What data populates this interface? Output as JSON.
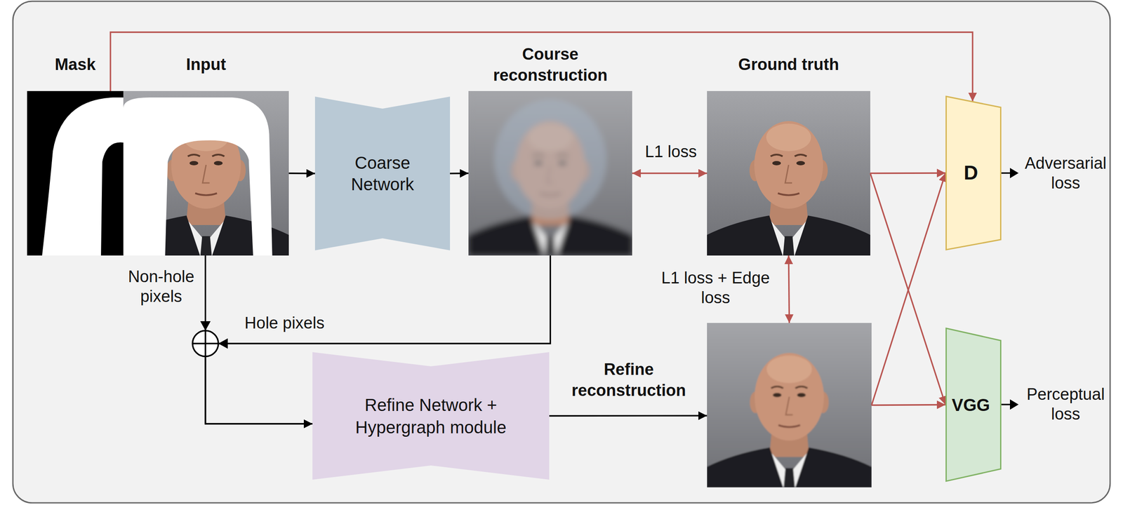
{
  "diagram": {
    "nodes": [
      {
        "text": [
          "Mask"
        ]
      },
      {
        "text": [
          "Input"
        ]
      },
      {
        "text": [
          "Coarse Network"
        ]
      },
      {
        "text": [
          "Course reconstruction"
        ]
      },
      {
        "text": [
          "Ground truth"
        ]
      },
      {
        "text": [
          "D"
        ]
      },
      {
        "text": [
          "Refine Network + Hypergraph module"
        ]
      },
      {
        "text": [
          "Refine reconstruction"
        ]
      },
      {
        "text": [
          "VGG"
        ]
      }
    ],
    "edges": [
      {
        "from": 0,
        "to": 5,
        "arrow": "to"
      },
      {
        "from": 1,
        "to": 2,
        "arrow": "to"
      },
      {
        "from": 2,
        "to": 3,
        "arrow": "to"
      },
      {
        "from": 3,
        "to": 4,
        "label": "L1 loss",
        "arrow": "both"
      },
      {
        "from": 4,
        "to": 7,
        "label": "L1 loss + Edge loss",
        "arrow": "both"
      },
      {
        "from": 1,
        "to": 6,
        "label": "Non-hole pixels",
        "arrow": "to"
      },
      {
        "from": 3,
        "to": 6,
        "label": "Hole pixels",
        "arrow": "to"
      },
      {
        "from": 6,
        "to": 7,
        "arrow": "to"
      },
      {
        "from": 4,
        "to": 5,
        "arrow": "to"
      },
      {
        "from": 4,
        "to": 8,
        "arrow": "to"
      },
      {
        "from": 7,
        "to": 5,
        "arrow": "to"
      },
      {
        "from": 7,
        "to": 8,
        "arrow": "to"
      }
    ],
    "labels": [
      "Adversarial loss",
      "Perceptual loss"
    ]
  }
}
